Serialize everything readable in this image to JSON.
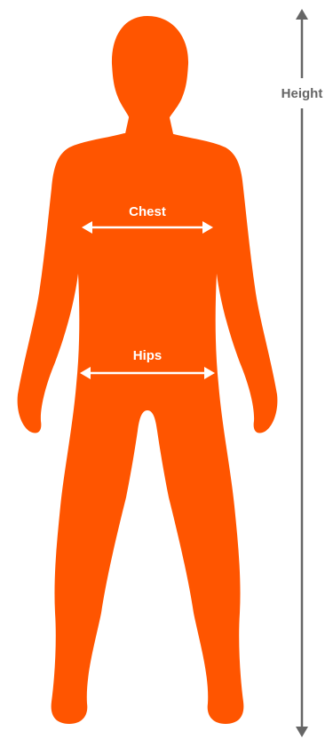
{
  "labels": {
    "chest": "Chest",
    "hips": "Hips",
    "height": "Height"
  },
  "colors": {
    "body": "#FF5500",
    "measure_line": "#ffffff",
    "height_line": "#666666",
    "height_label": "#666666",
    "background": "#ffffff"
  },
  "icons": {
    "figure": "human-silhouette-icon",
    "arrow": "double-arrow-icon"
  }
}
